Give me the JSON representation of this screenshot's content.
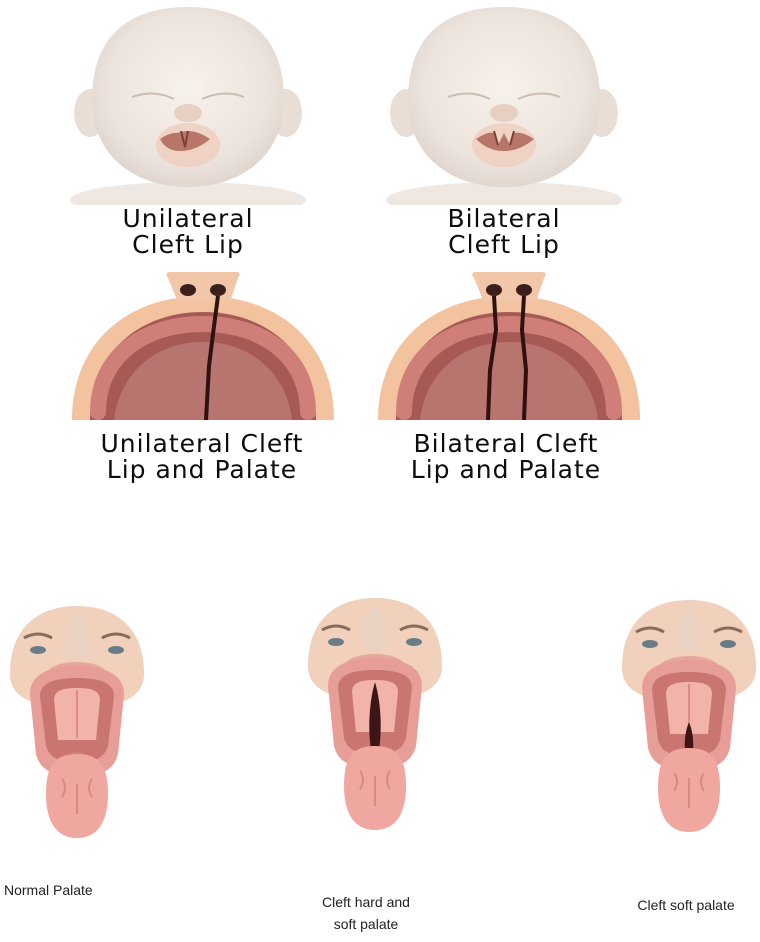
{
  "top_row": [
    {
      "id": "unilateral-cleft-lip",
      "line1": "Unilateral",
      "line2": "Cleft Lip"
    },
    {
      "id": "bilateral-cleft-lip",
      "line1": "Bilateral",
      "line2": "Cleft Lip"
    }
  ],
  "middle_row": [
    {
      "id": "unilateral-cleft-lip-palate",
      "line1": "Unilateral Cleft",
      "line2": "Lip and Palate"
    },
    {
      "id": "bilateral-cleft-lip-palate",
      "line1": "Bilateral Cleft",
      "line2": "Lip and Palate"
    }
  ],
  "bottom_row": [
    {
      "id": "normal-palate",
      "line1": "Normal Palate",
      "line2": ""
    },
    {
      "id": "cleft-hard-soft-palate",
      "line1": "Cleft hard and",
      "line2": "soft palate"
    },
    {
      "id": "cleft-soft-palate",
      "line1": "Cleft soft palate",
      "line2": ""
    }
  ],
  "colors": {
    "skin": "#efe4dc",
    "mouth_skin": "#f4c9a8",
    "palate_dark": "#9b5450",
    "palate_mid": "#c97a72",
    "gum": "#e9a7a0",
    "tongue": "#f1a39c"
  }
}
